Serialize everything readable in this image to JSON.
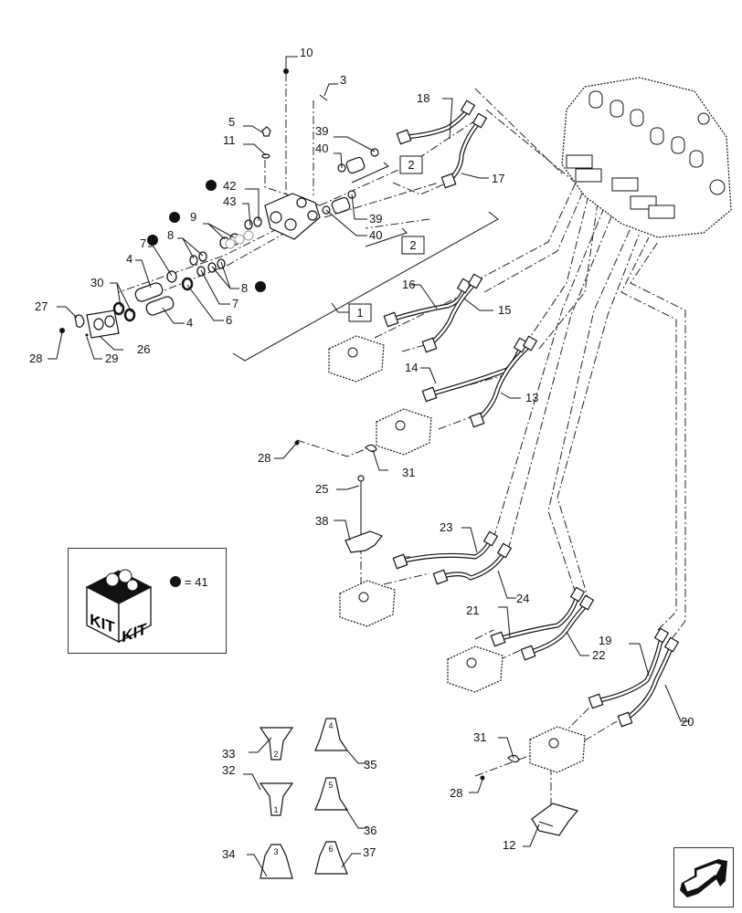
{
  "diagram": {
    "title": "Hydraulic control valve - remote valve lines exploded view",
    "callouts": [
      {
        "id": "c10",
        "text": "10"
      },
      {
        "id": "c3",
        "text": "3"
      },
      {
        "id": "c18",
        "text": "18"
      },
      {
        "id": "c5",
        "text": "5"
      },
      {
        "id": "c11",
        "text": "11"
      },
      {
        "id": "c39a",
        "text": "39"
      },
      {
        "id": "c40a",
        "text": "40"
      },
      {
        "id": "c17",
        "text": "17"
      },
      {
        "id": "c42",
        "text": "42"
      },
      {
        "id": "c43",
        "text": "43"
      },
      {
        "id": "c39b",
        "text": "39"
      },
      {
        "id": "c40b",
        "text": "40"
      },
      {
        "id": "c9",
        "text": "9"
      },
      {
        "id": "c8a",
        "text": "8"
      },
      {
        "id": "c7a",
        "text": "7"
      },
      {
        "id": "c4a",
        "text": "4"
      },
      {
        "id": "c30",
        "text": "30"
      },
      {
        "id": "c8b",
        "text": "8"
      },
      {
        "id": "c7b",
        "text": "7"
      },
      {
        "id": "c6",
        "text": "6"
      },
      {
        "id": "c4b",
        "text": "4"
      },
      {
        "id": "c27",
        "text": "27"
      },
      {
        "id": "c26",
        "text": "26"
      },
      {
        "id": "c28a",
        "text": "28"
      },
      {
        "id": "c29",
        "text": "29"
      },
      {
        "id": "c16",
        "text": "16"
      },
      {
        "id": "c15",
        "text": "15"
      },
      {
        "id": "c14",
        "text": "14"
      },
      {
        "id": "c13",
        "text": "13"
      },
      {
        "id": "c28b",
        "text": "28"
      },
      {
        "id": "c31a",
        "text": "31"
      },
      {
        "id": "c25",
        "text": "25"
      },
      {
        "id": "c38",
        "text": "38"
      },
      {
        "id": "c23",
        "text": "23"
      },
      {
        "id": "c24",
        "text": "24"
      },
      {
        "id": "c21",
        "text": "21"
      },
      {
        "id": "c22",
        "text": "22"
      },
      {
        "id": "c19",
        "text": "19"
      },
      {
        "id": "c20",
        "text": "20"
      },
      {
        "id": "c31b",
        "text": "31"
      },
      {
        "id": "c28c",
        "text": "28"
      },
      {
        "id": "c12",
        "text": "12"
      },
      {
        "id": "c33",
        "text": "33"
      },
      {
        "id": "c35",
        "text": "35"
      },
      {
        "id": "c32",
        "text": "32"
      },
      {
        "id": "c36",
        "text": "36"
      },
      {
        "id": "c34",
        "text": "34"
      },
      {
        "id": "c37",
        "text": "37"
      }
    ],
    "reference_boxes": [
      {
        "id": "r2a",
        "text": "2"
      },
      {
        "id": "r2b",
        "text": "2"
      },
      {
        "id": "r1",
        "text": "1"
      }
    ],
    "decal_numbers": [
      "2",
      "4",
      "1",
      "5",
      "3",
      "6"
    ],
    "kit_legend": {
      "box_label_left": "KIT",
      "box_label_right": "KIT",
      "equals": "= 41",
      "marker": "black-dot"
    },
    "nav": {
      "icon": "arrow-navigate-icon"
    },
    "colors": {
      "ink": "#111111",
      "background": "#ffffff"
    }
  }
}
